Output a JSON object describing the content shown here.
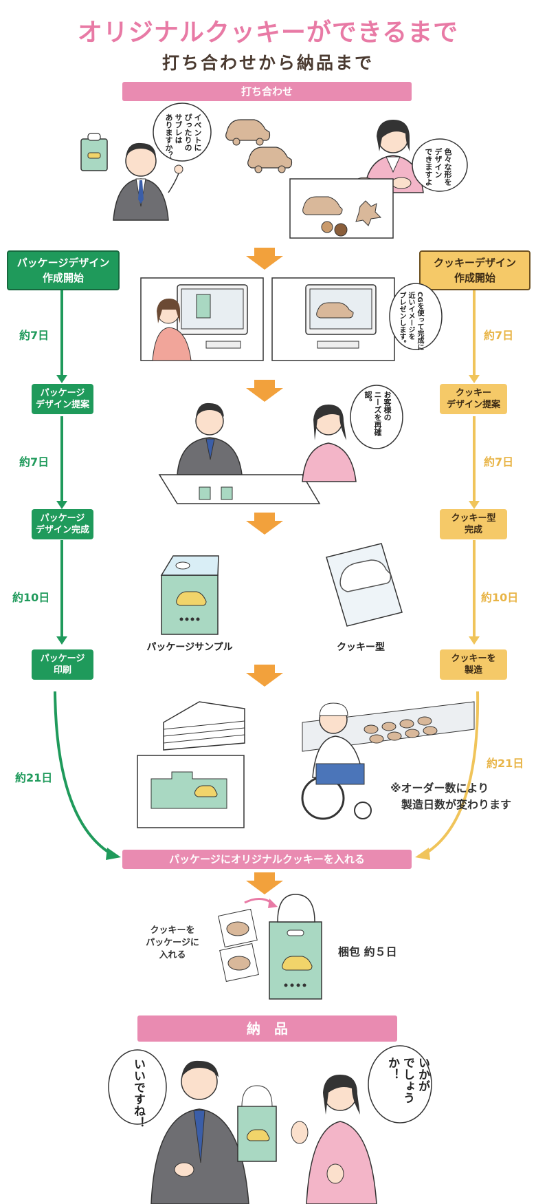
{
  "header": {
    "title": "オリジナルクッキーができるまで",
    "subtitle": "打ち合わせから納品まで"
  },
  "steps": {
    "meeting": "打ち合わせ",
    "packing": "パッケージにオリジナルクッキーを入れる",
    "delivery": "納　品"
  },
  "package_flow": {
    "head": "パッケージデザイン\n作成開始",
    "steps": [
      "パッケージ\nデザイン提案",
      "パッケージ\nデザイン完成",
      "パッケージ\n印刷"
    ],
    "durations": [
      "約7日",
      "約7日",
      "約10日",
      "約21日"
    ]
  },
  "cookie_flow": {
    "head": "クッキーデザイン\n作成開始",
    "steps": [
      "クッキー\nデザイン提案",
      "クッキー型\n完成",
      "クッキーを\n製造"
    ],
    "durations": [
      "約7日",
      "約7日",
      "約10日",
      "約21日"
    ]
  },
  "bubbles": {
    "customer_question": "イベントに\nぴったりの\nサブレは\nありますか？",
    "staff_shapes": "色々な形を\nデザイン\nできますよ",
    "cg_present": "CGを使って完成に\n近いイメージを\nプレゼンします。",
    "recheck": "お客様の\nニーズを再確認。",
    "customer_nice": "いいですね！",
    "staff_howis": "いかが\nでしょうか！"
  },
  "captions": {
    "package_sample": "パッケージサンプル",
    "cookie_mold": "クッキー型",
    "order_note": "※オーダー数により\n　製造日数が変わります",
    "put_cookies": "クッキーを\nパッケージに\n入れる",
    "packing_days": "梱包 約５日"
  },
  "colors": {
    "pink": "#e98bb1",
    "title_pink": "#e87aa5",
    "green": "#1f9a5b",
    "yellow": "#f5c968",
    "orange_arrow": "#f2a13c"
  }
}
